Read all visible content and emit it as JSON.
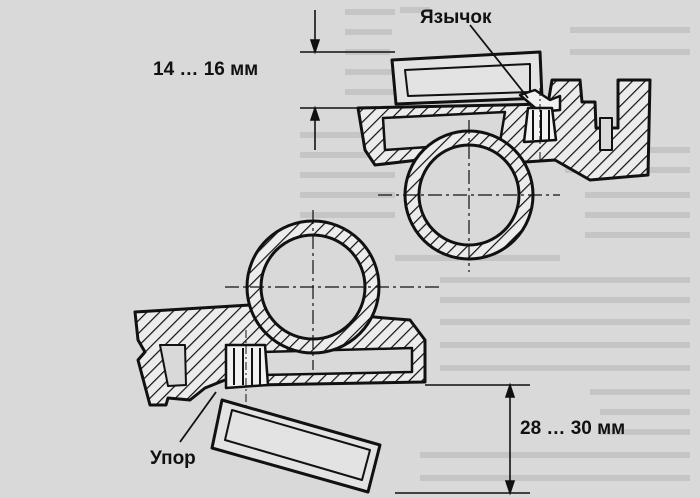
{
  "figure": {
    "dimension_top": "14 … 16 мм",
    "dimension_bottom": "28 … 30 мм",
    "label_tab": "Язычок",
    "label_stop": "Упор"
  },
  "colors": {
    "background": "#d9d9d9",
    "ink": "#111111",
    "text_bleed": "#b5b5b5"
  }
}
